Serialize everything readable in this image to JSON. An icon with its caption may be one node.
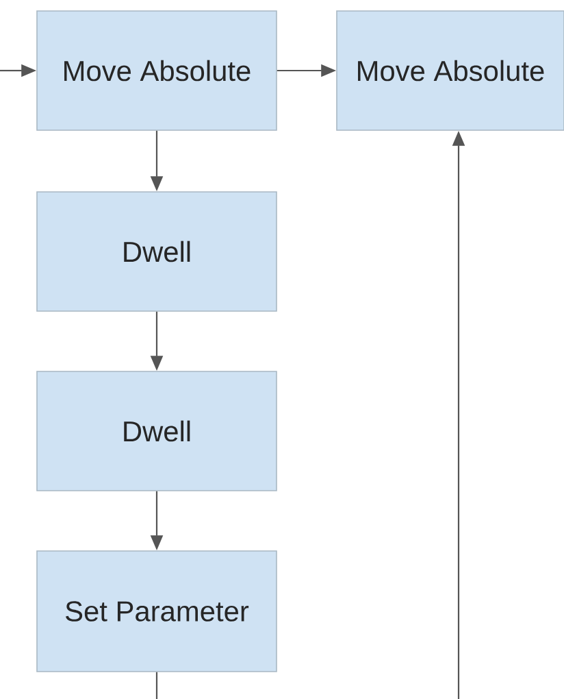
{
  "diagram": {
    "nodes": [
      {
        "text": [
          "Move Absolute"
        ]
      },
      {
        "text": [
          "Move Absolute"
        ]
      },
      {
        "text": [
          "Dwell"
        ]
      },
      {
        "text": [
          "Dwell"
        ]
      },
      {
        "text": [
          "Set Parameter"
        ]
      }
    ],
    "edges": [
      {
        "from": null,
        "to": 0,
        "arrow": "to"
      },
      {
        "from": 0,
        "to": 1,
        "arrow": "to"
      },
      {
        "from": 0,
        "to": 2,
        "arrow": "to"
      },
      {
        "from": 2,
        "to": 3,
        "arrow": "to"
      },
      {
        "from": 3,
        "to": 4,
        "arrow": "to"
      },
      {
        "from": 4,
        "to": null,
        "arrow": "none"
      },
      {
        "from": null,
        "to": 1,
        "arrow": "to"
      }
    ]
  }
}
